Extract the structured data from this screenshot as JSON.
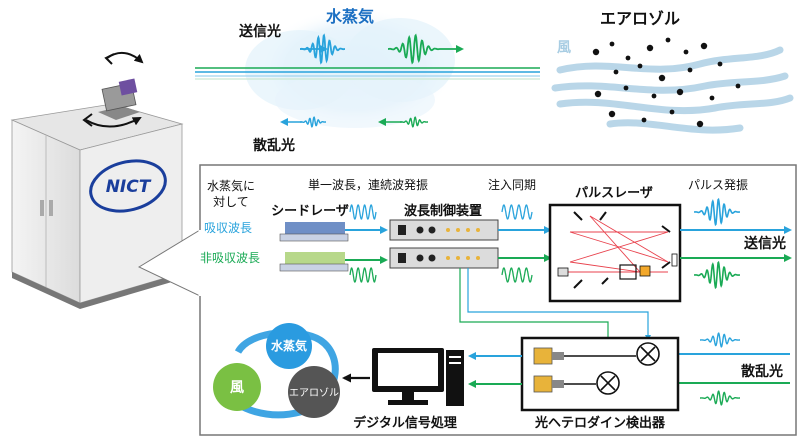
{
  "atmosphere": {
    "water_vapor": "水蒸気",
    "transmit_light": "送信光",
    "scattered_light": "散乱光",
    "aerosol": "エアロゾル",
    "wind": "風"
  },
  "instrument": {
    "logo": "NICT"
  },
  "system": {
    "label_absorb_line1": "水蒸気に",
    "label_absorb_line2": "対して",
    "absorb_wavelength": "吸収波長",
    "nonabsorb_wavelength": "非吸収波長",
    "single_cw": "単一波長，連続波発振",
    "injection_lock": "注入同期",
    "pulse_osc": "パルス発振",
    "seed_laser": "シードレーザ",
    "wavelength_control": "波長制御装置",
    "pulse_laser": "パルスレーザ",
    "transmit_light": "送信光",
    "scattered_light": "散乱光",
    "heterodyne_detector": "光ヘテロダイン検出器",
    "digital_processing": "デジタル信号処理",
    "vapor": "水蒸気",
    "wind": "風",
    "aerosol": "エアロゾル"
  },
  "colors": {
    "blue": "#29a3dc",
    "green": "#1aaa55",
    "wind_blue": "#a8cde3",
    "red_beam": "#e8424d",
    "circle_green": "#7ac043",
    "circle_blue": "#2a9be0",
    "circle_gray": "#555555"
  }
}
